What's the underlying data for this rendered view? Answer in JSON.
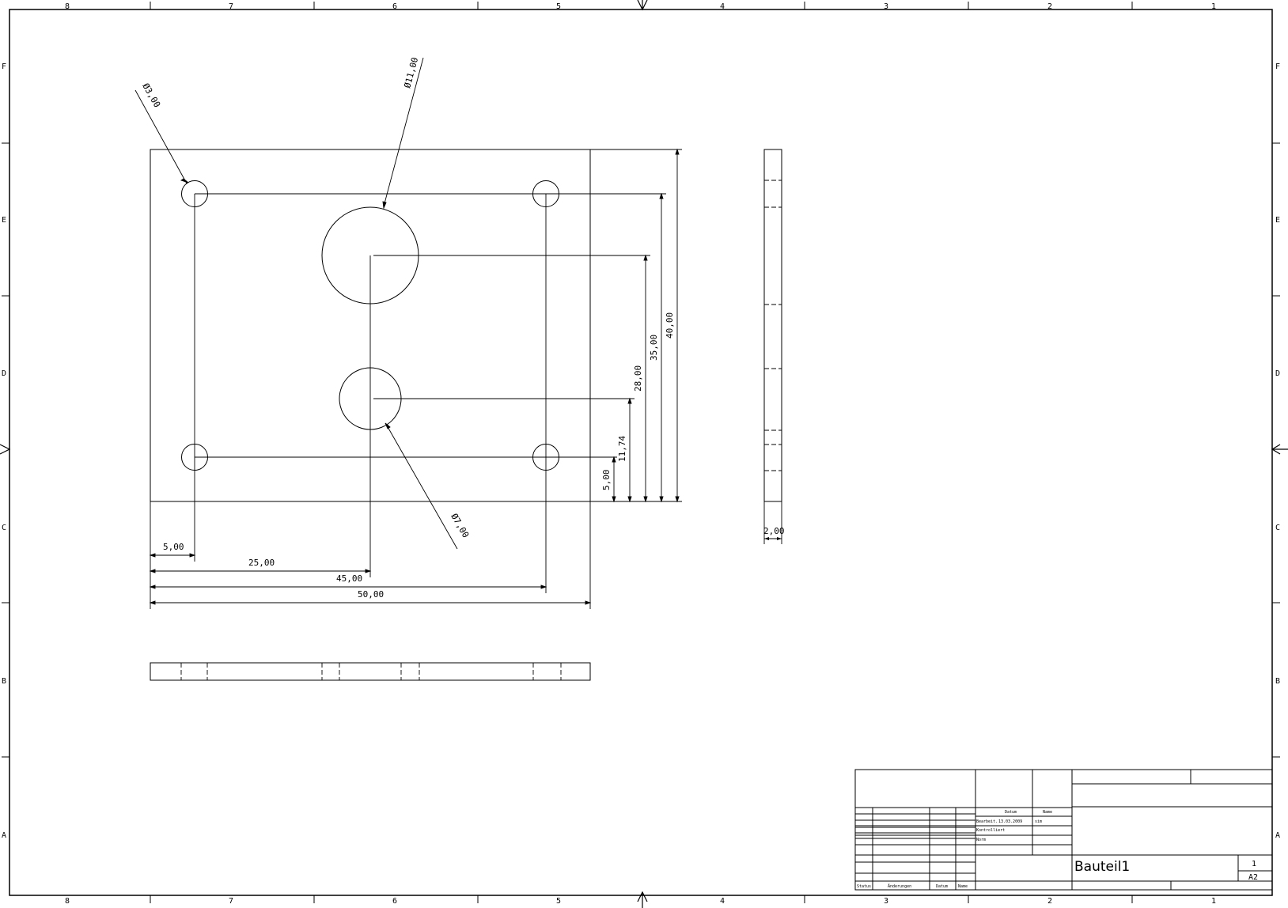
{
  "sheet": {
    "zones_columns": [
      "8",
      "7",
      "6",
      "5",
      "4",
      "3",
      "2",
      "1"
    ],
    "zones_rows": [
      "F",
      "E",
      "D",
      "C",
      "B",
      "A"
    ]
  },
  "dimensions": {
    "dia_3": "Ø3,00",
    "dia_11": "Ø11,00",
    "dia_7": "Ø7,00",
    "h_5": "5,00",
    "h_25": "25,00",
    "h_45": "45,00",
    "h_50": "50,00",
    "v_5": "5,00",
    "v_11_74": "11,74",
    "v_28": "28,00",
    "v_35": "35,00",
    "v_40": "40,00",
    "thickness": "2,00"
  },
  "title_block": {
    "col_datum": "Datum",
    "col_name": "Name",
    "row_bearb": "Bearbeit.",
    "row_gepr": "Kontrolliert",
    "row_norm": "Norm",
    "date_value": "13.03.2009",
    "name_value": "sim",
    "status_label": "Status",
    "aenderung_label": "Änderungen",
    "datum_label": "Datum",
    "name_label": "Name",
    "part_name": "Bauteil1",
    "sheet_number": "1",
    "sheet_format": "A2"
  }
}
